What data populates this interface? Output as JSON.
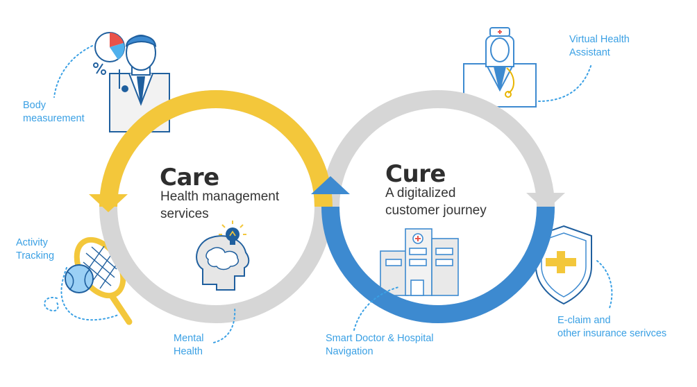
{
  "care": {
    "title": "Care",
    "subtitle_line1": "Health management",
    "subtitle_line2": "services"
  },
  "cure": {
    "title": "Cure",
    "subtitle_line1": "A digitalized",
    "subtitle_line2": "customer journey"
  },
  "labels": {
    "body_measurement": [
      "Body",
      "measurement"
    ],
    "activity_tracking": [
      "Activity",
      "Tracking"
    ],
    "mental_health": [
      "Mental",
      "Health"
    ],
    "smart_doctor": [
      "Smart Doctor & Hospital",
      "Navigation"
    ],
    "virtual_assistant": [
      "Virtual Health",
      "Assistant"
    ],
    "eclaim": [
      "E-claim and",
      "other insurance serivces"
    ]
  },
  "colors": {
    "care_yellow": "#f3c73b",
    "cure_blue": "#3d8ad0",
    "ring_gray": "#d6d6d6",
    "label_blue": "#3aa0e4",
    "icon_outline": "#1f5f9e"
  },
  "icons": [
    "doctor-icon",
    "pie-chart-icon",
    "percent-icon",
    "tennis-racket-icon",
    "tennis-ball-icon",
    "brain-lightbulb-icon",
    "hospital-icon",
    "nurse-icon",
    "shield-cross-icon"
  ]
}
